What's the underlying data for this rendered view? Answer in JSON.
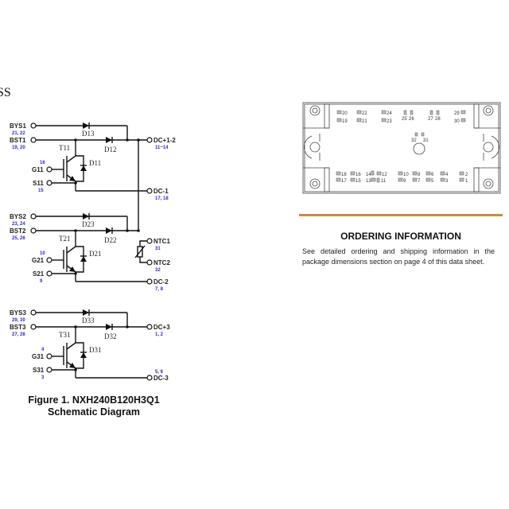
{
  "partial_heading": "SS",
  "schematic": {
    "s1": {
      "bys": "BYS1",
      "bys_pins": "21, 22",
      "bst": "BST1",
      "bst_pins": "19, 20",
      "d_bys": "D13",
      "d_bst": "D12",
      "t": "T11",
      "d_fw": "D11",
      "g": "G11",
      "g_pins": "16",
      "s": "S11",
      "s_pins": "15",
      "dcp": "DC+1-2",
      "dcp_pins": "11~14",
      "dcm": "DC-1",
      "dcm_pins": "17, 18"
    },
    "s2": {
      "bys": "BYS2",
      "bys_pins": "23, 24",
      "bst": "BST2",
      "bst_pins": "25, 26",
      "d_bys": "D23",
      "d_bst": "D22",
      "t": "T21",
      "d_fw": "D21",
      "g": "G21",
      "g_pins": "10",
      "s": "S21",
      "s_pins": "9",
      "dcm": "DC-2",
      "dcm_pins": "7, 8"
    },
    "s3": {
      "bys": "BYS3",
      "bys_pins": "29, 30",
      "bst": "BST3",
      "bst_pins": "27, 28",
      "d_bys": "D33",
      "d_bst": "D32",
      "t": "T31",
      "d_fw": "D31",
      "g": "G31",
      "g_pins": "4",
      "s": "S31",
      "s_pins": "3",
      "dcp": "DC+3",
      "dcp_pins": "1, 2",
      "dcm": "DC-3",
      "dcm_pins": "5, 6"
    },
    "ntc": {
      "ntc1": "NTC1",
      "ntc1_pin": "31",
      "ntc2": "NTC2",
      "ntc2_pin": "32"
    }
  },
  "figure": {
    "line1": "Figure 1. NXH240B120H3Q1",
    "line2": "Schematic Diagram"
  },
  "package": {
    "pins": {
      "p1": "1",
      "p2": "2",
      "p3": "3",
      "p4": "4",
      "p5": "5",
      "p6": "6",
      "p7": "7",
      "p8": "8",
      "p9": "9",
      "p10": "10",
      "p11": "11",
      "p12": "12",
      "p13": "13",
      "p14": "14",
      "p15": "15",
      "p16": "16",
      "p17": "17",
      "p18": "18",
      "p19": "19",
      "p20": "20",
      "p21": "21",
      "p22": "22",
      "p23": "23",
      "p24": "24",
      "p25": "25",
      "p26": "26",
      "p27": "27",
      "p28": "28",
      "p29": "29",
      "p30": "30",
      "p31": "31",
      "p32": "32"
    }
  },
  "ordering": {
    "title": "ORDERING INFORMATION",
    "text": "See detailed ordering and shipping information in the package dimensions section on page 4 of this data sheet.",
    "rule_color": "#d08a40"
  }
}
